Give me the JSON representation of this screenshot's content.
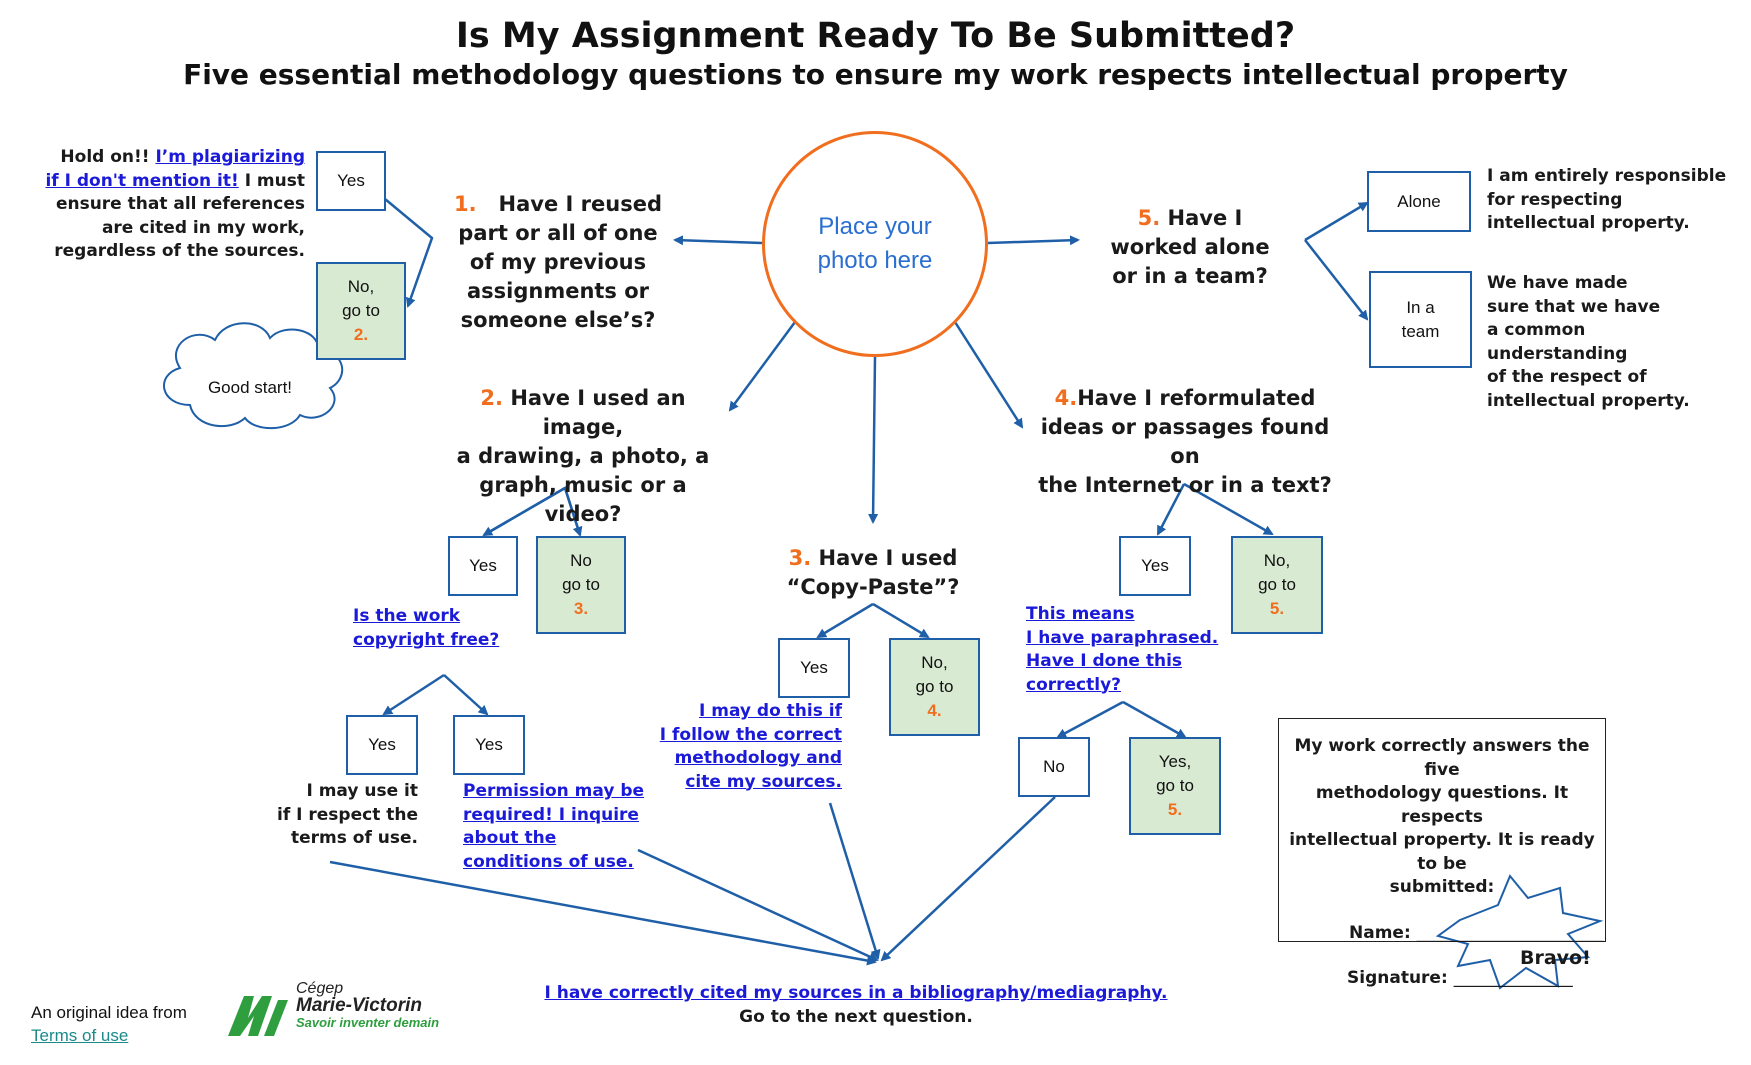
{
  "title": "Is My Assignment Ready To Be Submitted?",
  "subtitle": "Five essential methodology questions to ensure my work respects intellectual property",
  "photo_placeholder": [
    "Place your",
    "photo here"
  ],
  "colors": {
    "accent_orange": "#f06e1e",
    "arrow_blue": "#1f5fa8",
    "link_blue": "#1a1ad8",
    "box_green": "#d9ead3",
    "logo_green": "#2e9e3e"
  },
  "q1": {
    "num": "1.",
    "lines": [
      "Have I reused",
      "part or all of one",
      "of my previous",
      "assignments or",
      "someone else’s?"
    ],
    "yes": "Yes",
    "no_lines": [
      "No,",
      "go to"
    ],
    "no_num": "2.",
    "hold_prefix": "Hold on!!",
    "hold_link1": "I’m plagiarizing",
    "hold_link2": "if I don't mention it!",
    "hold_suffix": "I must",
    "hold_lines": [
      "ensure that all references",
      "are cited in my work,",
      "regardless of the sources."
    ],
    "cloud": "Good start!"
  },
  "q2": {
    "num": "2.",
    "line1": "Have I used an image,",
    "lines": [
      "a drawing, a photo, a",
      "graph, music or a video?"
    ],
    "yes": "Yes",
    "no_lines": [
      "No",
      "go to"
    ],
    "no_num": "3.",
    "copyright_q": [
      "Is the work",
      "copyright free?"
    ],
    "yes_a": "Yes",
    "yes_b": "Yes",
    "use_note": [
      "I may use it",
      "if I respect the",
      "terms of use."
    ],
    "permission_note": [
      "Permission may be",
      "required! I inquire",
      "about the",
      "conditions of use."
    ]
  },
  "q3": {
    "num": "3.",
    "line1": "Have I used",
    "line2": "“Copy-Paste”?",
    "yes": "Yes",
    "no_lines": [
      "No,",
      "go to"
    ],
    "no_num": "4.",
    "yes_note": [
      "I may do this if",
      "I follow  the correct",
      "methodology and",
      "cite my sources."
    ]
  },
  "q4": {
    "num": "4.",
    "line1": "Have I reformulated",
    "lines": [
      "ideas or passages found on",
      "the Internet or in a text?"
    ],
    "yes": "Yes",
    "no_lines": [
      "No,",
      "go to"
    ],
    "no_num": "5.",
    "para_note": [
      "This means",
      "I have paraphrased.",
      "Have I done this",
      "correctly?"
    ],
    "no2": "No",
    "yes2_lines": [
      "Yes,",
      "go to"
    ],
    "yes2_num": "5."
  },
  "q5": {
    "num": "5.",
    "line1": "Have I",
    "lines": [
      "worked alone",
      "or in a team?"
    ],
    "alone": "Alone",
    "team_lines": [
      "In a",
      "team"
    ],
    "alone_note": [
      "I am entirely responsible",
      "for respecting",
      "intellectual property."
    ],
    "team_note": [
      "We have made",
      "sure that we have",
      "a common",
      "understanding",
      "of the respect of",
      "intellectual property."
    ]
  },
  "cited": {
    "link": "I have correctly cited my sources in a bibliography/mediagraphy.",
    "next": "Go to the next question."
  },
  "final": {
    "lines": [
      "My work correctly answers the five",
      "methodology questions. It respects",
      "intellectual property. It is ready to be",
      "submitted:"
    ],
    "name_label": "Name: ",
    "name_line": "______________________",
    "signature_label": "Signature: ",
    "signature_line": "______________"
  },
  "bravo": "Bravo!",
  "footer": {
    "credit": "An original idea from",
    "terms": "Terms of use",
    "logo_line1": "Cégep",
    "logo_line2": "Marie-Victorin",
    "logo_line3": "Savoir inventer demain"
  }
}
